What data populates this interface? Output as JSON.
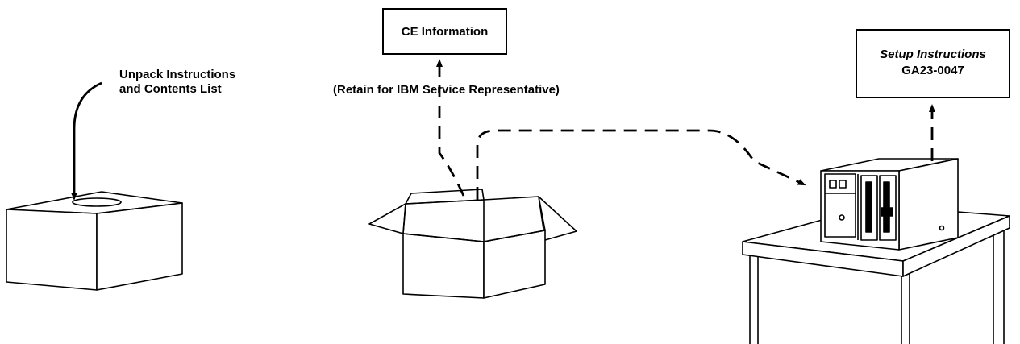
{
  "labels": {
    "unpack_line1": "Unpack Instructions",
    "unpack_line2": "and Contents List",
    "ce_info": "CE Information",
    "retain": "(Retain for IBM Service Representative)",
    "setup_title": "Setup Instructions",
    "setup_number": "GA23-0047"
  },
  "colors": {
    "ink": "#000000",
    "paper": "#ffffff"
  }
}
